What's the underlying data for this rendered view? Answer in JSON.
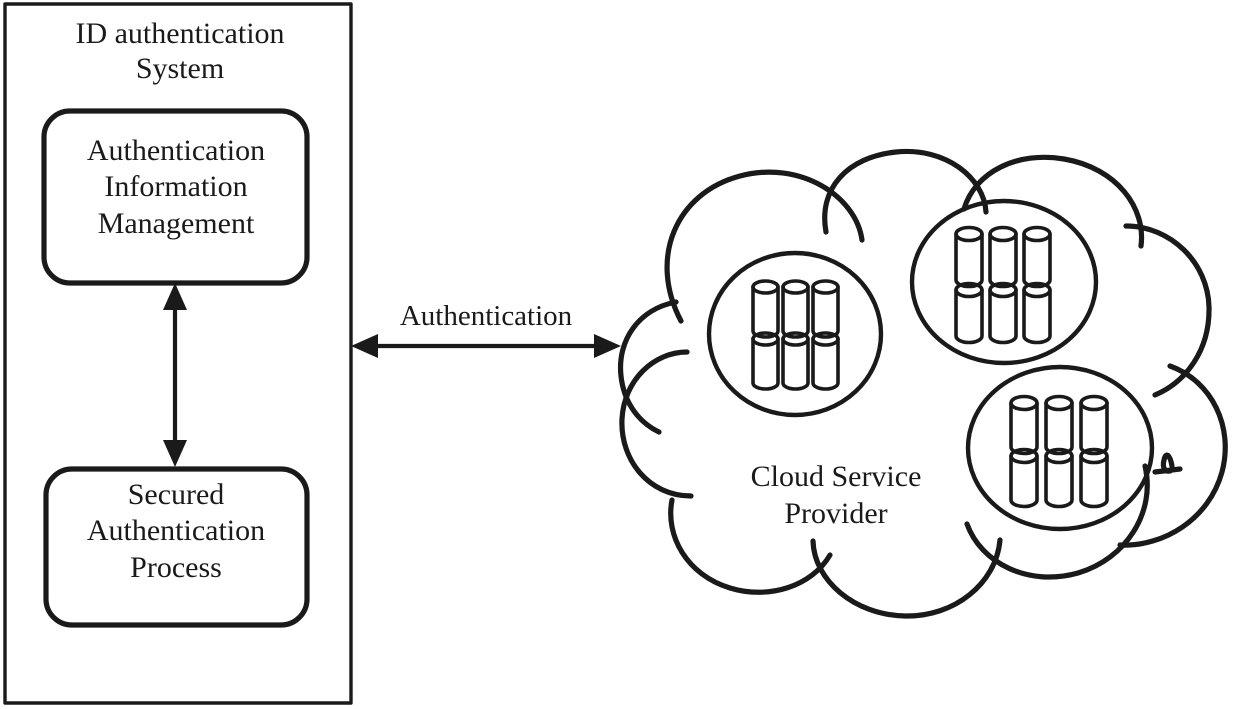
{
  "figure": {
    "title": "ID authentication System and Cloud Service Provider architecture diagram",
    "stroke_color": "#1a1a1a",
    "background_color": "#ffffff"
  },
  "system_panel": {
    "title": "ID authentication\nSystem",
    "boxes": [
      {
        "id": "authentication-information-management",
        "label": "Authentication\nInformation\nManagement"
      },
      {
        "id": "secured-authentication-process",
        "label": "Secured\nAuthentication\nProcess"
      }
    ],
    "internal_connector": {
      "label": "",
      "direction": "bidirectional",
      "from": "authentication-information-management",
      "to": "secured-authentication-process"
    }
  },
  "connector": {
    "label": "Authentication",
    "direction": "bidirectional",
    "from": "ID authentication System",
    "to": "Cloud Service Provider"
  },
  "cloud": {
    "label": "Cloud Service\nProvider",
    "server_groups": [
      {
        "id": "server-group-1",
        "cylinder_count": 6,
        "rows": 2,
        "columns": 3
      },
      {
        "id": "server-group-2",
        "cylinder_count": 6,
        "rows": 2,
        "columns": 3
      },
      {
        "id": "server-group-3",
        "cylinder_count": 6,
        "rows": 2,
        "columns": 3
      }
    ]
  }
}
